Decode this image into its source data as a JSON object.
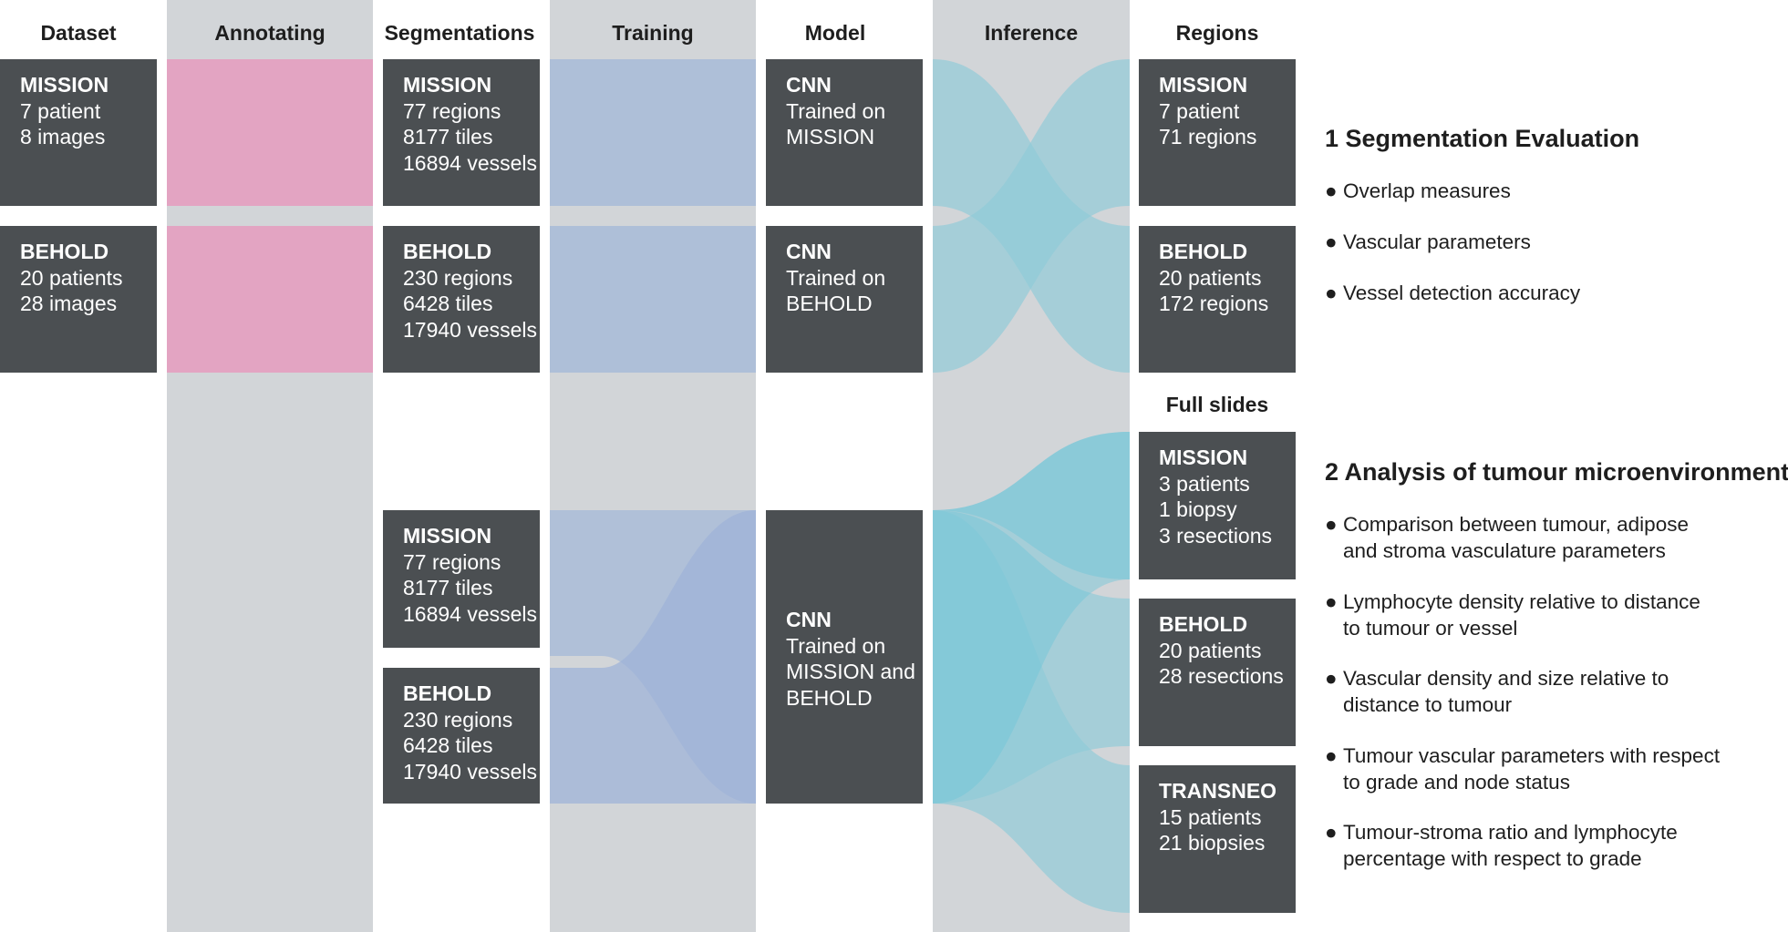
{
  "headers": {
    "dataset": "Dataset",
    "annotating": "Annotating",
    "segmentations": "Segmentations",
    "training": "Training",
    "model": "Model",
    "inference": "Inference",
    "regions": "Regions"
  },
  "dataset": [
    {
      "title": "MISSION",
      "lines": [
        "7 patient",
        "8 images"
      ]
    },
    {
      "title": "BEHOLD",
      "lines": [
        "20 patients",
        "28 images"
      ]
    }
  ],
  "segmentations": [
    {
      "title": "MISSION",
      "lines": [
        "77 regions",
        "8177 tiles",
        "16894 vessels"
      ]
    },
    {
      "title": "BEHOLD",
      "lines": [
        "230 regions",
        "6428 tiles",
        "17940 vessels"
      ]
    },
    {
      "title": "MISSION",
      "lines": [
        "77 regions",
        "8177 tiles",
        "16894 vessels"
      ]
    },
    {
      "title": "BEHOLD",
      "lines": [
        "230 regions",
        "6428 tiles",
        "17940 vessels"
      ]
    }
  ],
  "models": [
    {
      "title": "CNN",
      "lines": [
        "Trained on",
        "MISSION"
      ]
    },
    {
      "title": "CNN",
      "lines": [
        "Trained on",
        "BEHOLD"
      ]
    },
    {
      "title": "CNN",
      "lines": [
        "Trained on",
        "MISSION and",
        "BEHOLD"
      ]
    }
  ],
  "regions": [
    {
      "title": "MISSION",
      "lines": [
        "7 patient",
        "71 regions"
      ]
    },
    {
      "title": "BEHOLD",
      "lines": [
        "20 patients",
        "172 regions"
      ]
    }
  ],
  "full_slides_label": "Full slides",
  "full_slides": [
    {
      "title": "MISSION",
      "lines": [
        "3 patients",
        "1 biopsy",
        "3 resections"
      ]
    },
    {
      "title": "BEHOLD",
      "lines": [
        "20 patients",
        "28 resections"
      ]
    },
    {
      "title": "TRANSNEO",
      "lines": [
        "15 patients",
        "21 biopsies"
      ]
    }
  ],
  "section1": {
    "title": "1 Segmentation Evaluation",
    "bullets": [
      "Overlap measures",
      "Vascular parameters",
      "Vessel detection accuracy"
    ]
  },
  "section2": {
    "title": "2 Analysis of tumour microenvironment",
    "bullets": [
      [
        "Comparison between tumour, adipose",
        "and stroma vasculature parameters"
      ],
      [
        "Lymphocyte density relative to distance",
        "to tumour or vessel"
      ],
      [
        "Vascular density and size relative to",
        "distance to tumour"
      ],
      [
        "Tumour vascular parameters with respect",
        "to grade and node status"
      ],
      [
        "Tumour-stroma ratio and lymphocyte",
        "percentage with respect to grade"
      ]
    ]
  },
  "colors": {
    "box": "#4b4f52",
    "band": "#d2d5d8",
    "annotating_fill": "#e3a4c2",
    "training_fill": "#aebfd8",
    "training_flow": "#9fb3d8",
    "inference_flow": "#8ecbd8",
    "inference_flow_strong": "#6fc6d9"
  },
  "bullet_glyph": "●"
}
